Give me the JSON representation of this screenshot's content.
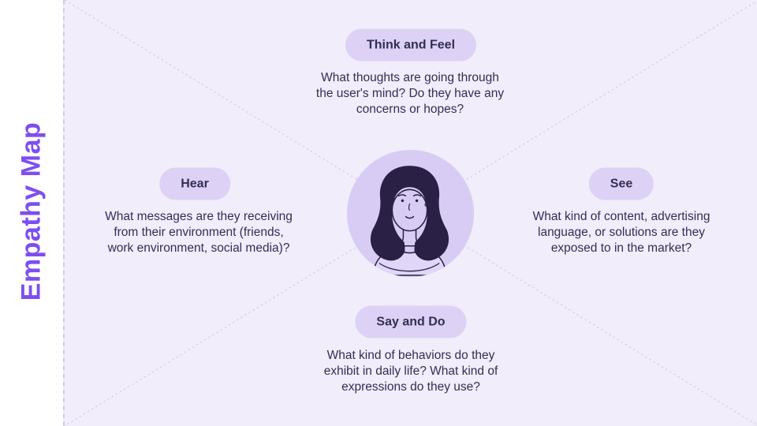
{
  "slide": {
    "title": "Empathy Map"
  },
  "quadrants": {
    "top": {
      "label": "Think and Feel",
      "description": "What thoughts are going through\nthe user's mind? Do they have any\nconcerns or hopes?"
    },
    "left": {
      "label": "Hear",
      "description": "What messages are they receiving\nfrom their environment (friends,\nwork environment, social media)?"
    },
    "right": {
      "label": "See",
      "description": "What kind of content, advertising\nlanguage, or solutions are they\nexposed to in the market?"
    },
    "bottom": {
      "label": "Say and Do",
      "description": "What kind of behaviors do they\nexhibit in daily life? What kind of\nexpressions do they use?"
    }
  },
  "center": {
    "illustration": "woman-persona-portrait"
  },
  "colors": {
    "accent_purple": "#7d4ef0",
    "panel_bg": "#f1edfa",
    "pill_bg": "#ddd1f6",
    "text_dark": "#332e54",
    "circle_bg": "#d8ccf4",
    "guide_line": "#d5cbec",
    "illustration_ink": "#2a2045"
  }
}
